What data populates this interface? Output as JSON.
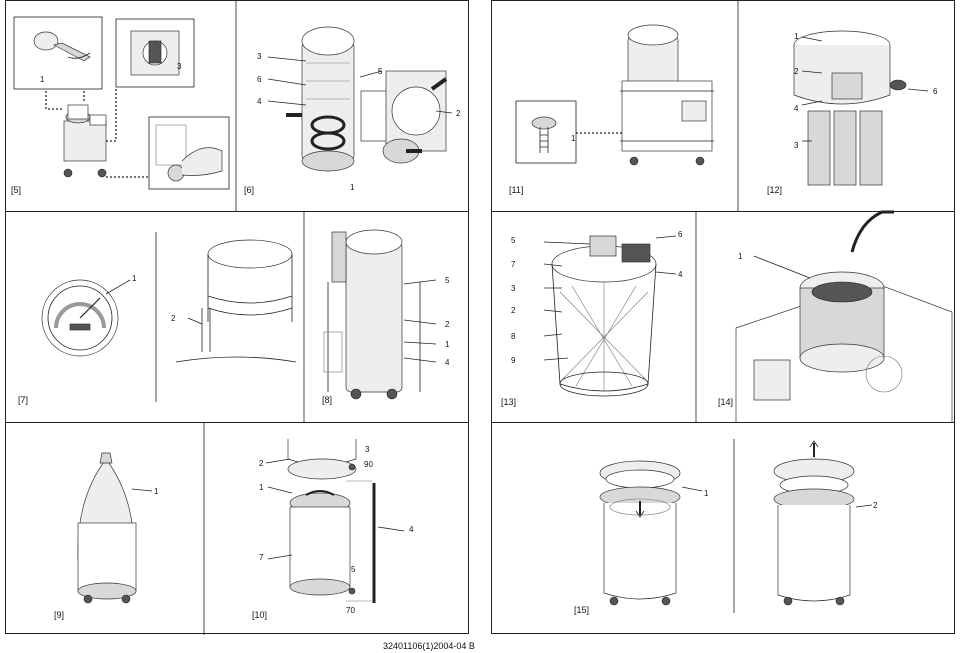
{
  "figures": {
    "f5": "[5]",
    "f6": "[6]",
    "f7": "[7]",
    "f8": "[8]",
    "f9": "[9]",
    "f10": "[10]",
    "f11": "[11]",
    "f12": "[12]",
    "f13": "[13]",
    "f14": "[14]",
    "f15": "[15]"
  },
  "callouts": {
    "p5": {
      "c1": "1",
      "c3": "3"
    },
    "p6": {
      "c3": "3",
      "c6": "6",
      "c4": "4",
      "c5": "5",
      "c2": "2",
      "c1": "1"
    },
    "p7": {
      "c1": "1",
      "c2": "2"
    },
    "p8": {
      "c5": "5",
      "c2": "2",
      "c1": "1",
      "c4": "4"
    },
    "p9": {
      "c1": "1"
    },
    "p10": {
      "c3": "3",
      "c90": "90",
      "c2": "2",
      "c1": "1",
      "c4": "4",
      "c7": "7",
      "c5": "5",
      "c70": "70"
    },
    "p11": {
      "c1": "1"
    },
    "p12": {
      "c1": "1",
      "c2": "2",
      "c6": "6",
      "c4": "4",
      "c3": "3"
    },
    "p13": {
      "c5": "5",
      "c6": "6",
      "c7": "7",
      "c4": "4",
      "c3": "3",
      "c2": "2",
      "c8": "8",
      "c9": "9"
    },
    "p14": {
      "c1": "1"
    },
    "p15": {
      "c1": "1",
      "c2": "2"
    }
  },
  "document_number": "32401106(1)2004-04 B"
}
